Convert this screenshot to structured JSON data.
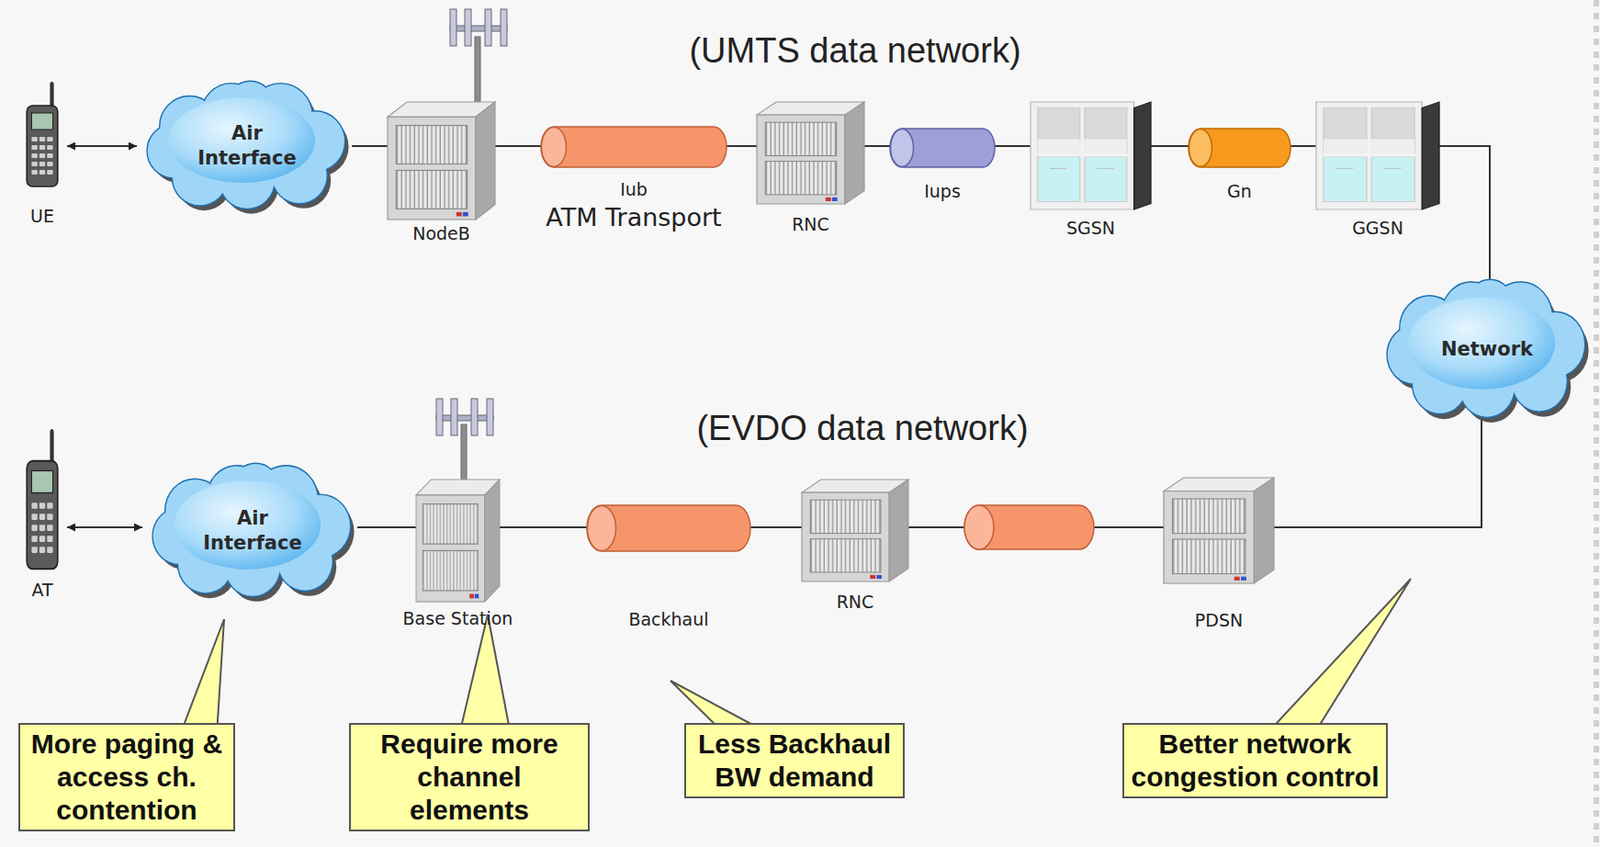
{
  "diagram": {
    "nodes": [
      {
        "text": [
          "UE"
        ]
      },
      {
        "text": [
          "Air Interface"
        ]
      },
      {
        "text": [
          "NodeB"
        ]
      },
      {
        "text": [
          "Iub",
          "ATM Transport"
        ]
      },
      {
        "text": [
          "RNC"
        ]
      },
      {
        "text": [
          "Iups"
        ]
      },
      {
        "text": [
          "SGSN"
        ]
      },
      {
        "text": [
          "Gn"
        ]
      },
      {
        "text": [
          "GGSN"
        ]
      },
      {
        "text": [
          "Network"
        ]
      },
      {
        "text": [
          "AT"
        ]
      },
      {
        "text": [
          "Air Interface"
        ]
      },
      {
        "text": [
          "Base Station"
        ]
      },
      {
        "text": [
          "Backhaul"
        ]
      },
      {
        "text": [
          "RNC"
        ]
      },
      {
        "text": [
          "PDSN"
        ]
      },
      {
        "text": [
          "More paging & access ch. contention"
        ]
      },
      {
        "text": [
          "Require more channel elements"
        ]
      },
      {
        "text": [
          "Less Backhaul BW demand"
        ]
      },
      {
        "text": [
          "Better network congestion control"
        ]
      }
    ],
    "edges": [
      {
        "from": 0,
        "to": 1,
        "arrow": "both"
      },
      {
        "from": 1,
        "to": 2,
        "arrow": "none"
      },
      {
        "from": 2,
        "to": 3,
        "arrow": "none"
      },
      {
        "from": 3,
        "to": 4,
        "arrow": "none"
      },
      {
        "from": 4,
        "to": 5,
        "arrow": "none"
      },
      {
        "from": 5,
        "to": 6,
        "arrow": "none"
      },
      {
        "from": 6,
        "to": 7,
        "arrow": "none"
      },
      {
        "from": 7,
        "to": 8,
        "arrow": "none"
      },
      {
        "from": 8,
        "to": 9,
        "arrow": "none"
      },
      {
        "from": 10,
        "to": 11,
        "arrow": "both"
      },
      {
        "from": 11,
        "to": 12,
        "arrow": "none"
      },
      {
        "from": 12,
        "to": 13,
        "arrow": "none"
      },
      {
        "from": 13,
        "to": 14,
        "arrow": "none"
      },
      {
        "from": 14,
        "to": 15,
        "arrow": "none"
      },
      {
        "from": 15,
        "to": 9,
        "arrow": "none"
      }
    ],
    "labels": [
      "(UMTS data network)",
      "(EVDO data network)"
    ]
  }
}
